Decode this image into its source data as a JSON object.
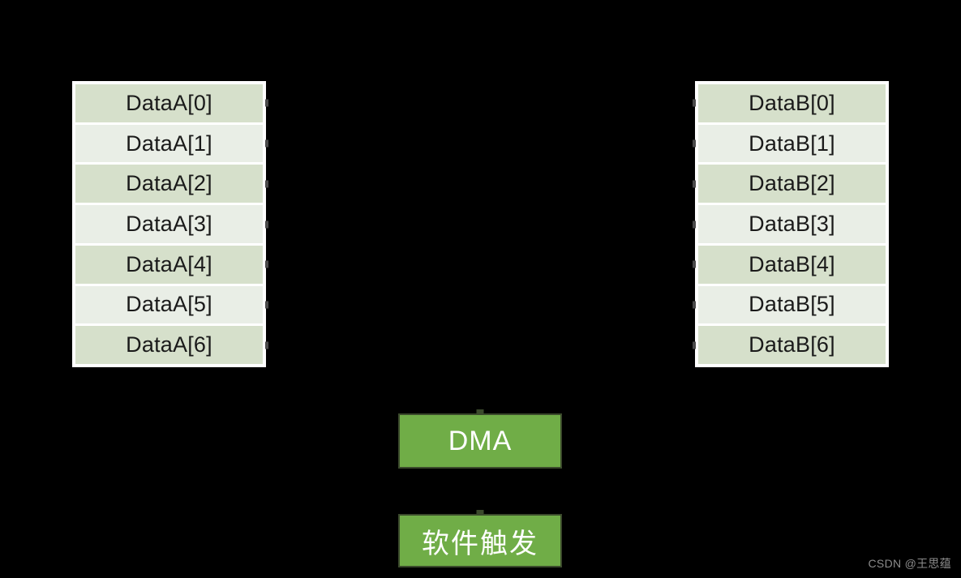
{
  "background_color": "#000000",
  "diagram": {
    "title_hidden": "DMA memory-to-memory transfer",
    "tables": [
      {
        "name": "source-buffer",
        "rows": [
          "DataA[0]",
          "DataA[1]",
          "DataA[2]",
          "DataA[3]",
          "DataA[4]",
          "DataA[5]",
          "DataA[6]"
        ]
      },
      {
        "name": "destination-buffer",
        "rows": [
          "DataB[0]",
          "DataB[1]",
          "DataB[2]",
          "DataB[3]",
          "DataB[4]",
          "DataB[5]",
          "DataB[6]"
        ]
      }
    ],
    "boxes": [
      {
        "name": "dma",
        "label": "DMA"
      },
      {
        "name": "software-trigger",
        "label": "软件触发"
      }
    ],
    "colors": {
      "row_dark": "#d6e0cb",
      "row_light": "#e9eee6",
      "box_fill": "#70ad47",
      "box_border": "#3b4a2c",
      "box_text": "#ffffff",
      "row_text": "#1a1a1a",
      "watermark_text": "#8c8c8c"
    }
  },
  "watermark": {
    "text": "CSDN @王思蕴"
  }
}
